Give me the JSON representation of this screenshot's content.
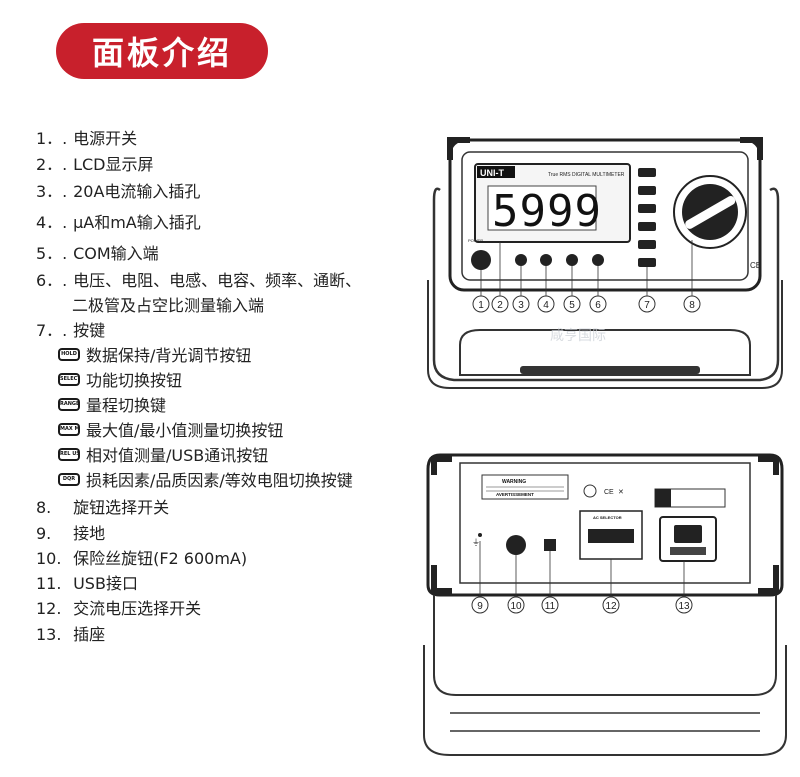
{
  "title": "面板介绍",
  "items": [
    {
      "num": "1．.",
      "text": "电源开关"
    },
    {
      "num": "2．.",
      "text": "LCD显示屏"
    },
    {
      "num": "3．.",
      "text": "20A电流输入插孔"
    },
    {
      "num": "4．.",
      "text": "μA和mA输入插孔"
    },
    {
      "num": "5．.",
      "text": "COM输入端"
    },
    {
      "num": "6．.",
      "text": "电压、电阻、电感、电容、频率、通断、"
    },
    {
      "num": "",
      "text": "二极管及占空比测量输入端"
    },
    {
      "num": "7．.",
      "text": "按键"
    }
  ],
  "keys": [
    {
      "icon": "HOLD",
      "text": "数据保持/背光调节按钮"
    },
    {
      "icon": "SELECT",
      "text": "功能切换按钮"
    },
    {
      "icon": "RANGE",
      "text": "量程切换键"
    },
    {
      "icon": "MAX MIN",
      "text": "最大值/最小值测量切换按钮"
    },
    {
      "icon": "REL USB",
      "text": "相对值测量/USB通讯按钮"
    },
    {
      "icon": "DQR",
      "text": "损耗因素/品质因素/等效电阻切换按键"
    }
  ],
  "items2": [
    {
      "num": "8.",
      "text": "旋钮选择开关"
    },
    {
      "num": "9.",
      "text": "接地"
    },
    {
      "num": "10.",
      "text": "保险丝旋钮(F2 600mA)"
    },
    {
      "num": "11.",
      "text": "USB接口"
    },
    {
      "num": "12.",
      "text": "交流电压选择开关"
    },
    {
      "num": "13.",
      "text": "插座"
    }
  ],
  "front": {
    "brand": "UNI-T",
    "model_text": "True RMS DIGITAL MULTIMETER",
    "display": "5999",
    "power_label": "POWER",
    "callouts": [
      "1",
      "2",
      "3",
      "4",
      "5",
      "6",
      "7",
      "8"
    ]
  },
  "back": {
    "warning": "WARNING",
    "avertissement": "AVERTISSEMENT",
    "ac_selector": "AC SELECTOR",
    "callouts": [
      "9",
      "10",
      "11",
      "12",
      "13"
    ]
  },
  "watermark": "咸亨国际",
  "colors": {
    "accent": "#c8202c"
  }
}
